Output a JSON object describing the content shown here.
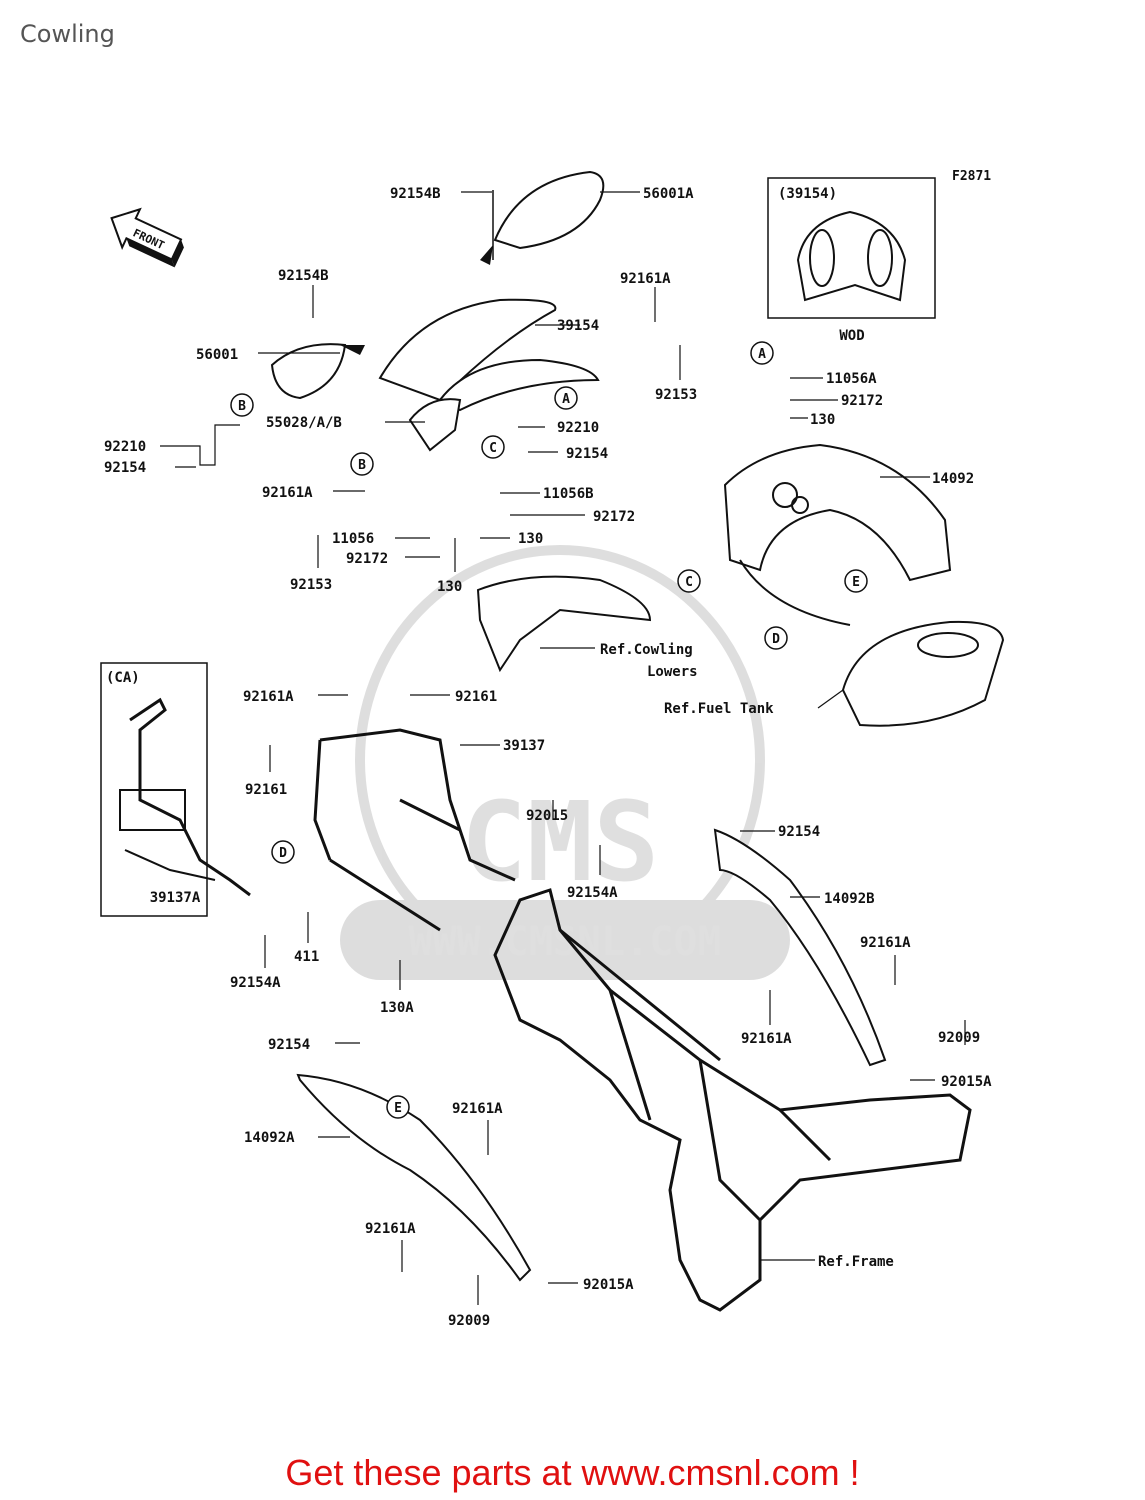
{
  "page": {
    "title": "Cowling"
  },
  "figure_code": "F2871",
  "front_arrow_label": "FRONT",
  "inset_wod": {
    "code": "(39154)",
    "label": "WOD"
  },
  "inset_ca": {
    "code": "(CA)",
    "part": "39137A"
  },
  "watermark": {
    "brand": "CMS",
    "url": "WWW.CMSNL.COM"
  },
  "parts": [
    {
      "id": "p1",
      "label": "92154B"
    },
    {
      "id": "p2",
      "label": "56001A"
    },
    {
      "id": "p3",
      "label": "92154B"
    },
    {
      "id": "p4",
      "label": "39154"
    },
    {
      "id": "p5",
      "label": "92161A"
    },
    {
      "id": "p6",
      "label": "56001"
    },
    {
      "id": "p7",
      "label": "92153"
    },
    {
      "id": "p8",
      "label": "11056A"
    },
    {
      "id": "p9",
      "label": "92172"
    },
    {
      "id": "p10",
      "label": "130"
    },
    {
      "id": "p11",
      "label": "92210"
    },
    {
      "id": "p12",
      "label": "92154"
    },
    {
      "id": "p13",
      "label": "55028/A/B"
    },
    {
      "id": "p14",
      "label": "92210"
    },
    {
      "id": "p15",
      "label": "92154"
    },
    {
      "id": "p16",
      "label": "14092"
    },
    {
      "id": "p17",
      "label": "92161A"
    },
    {
      "id": "p18",
      "label": "11056B"
    },
    {
      "id": "p19",
      "label": "92172"
    },
    {
      "id": "p20",
      "label": "11056"
    },
    {
      "id": "p21",
      "label": "130"
    },
    {
      "id": "p22",
      "label": "92172"
    },
    {
      "id": "p23",
      "label": "92153"
    },
    {
      "id": "p24",
      "label": "130"
    },
    {
      "id": "p25",
      "label": "92161A"
    },
    {
      "id": "p26",
      "label": "92161"
    },
    {
      "id": "p27",
      "label": "39137"
    },
    {
      "id": "p28",
      "label": "92161"
    },
    {
      "id": "p29",
      "label": "92015"
    },
    {
      "id": "p30",
      "label": "92154"
    },
    {
      "id": "p31",
      "label": "92154A"
    },
    {
      "id": "p32",
      "label": "14092B"
    },
    {
      "id": "p33",
      "label": "411"
    },
    {
      "id": "p34",
      "label": "92154A"
    },
    {
      "id": "p35",
      "label": "130A"
    },
    {
      "id": "p36",
      "label": "92161A"
    },
    {
      "id": "p37",
      "label": "92161A"
    },
    {
      "id": "p38",
      "label": "92009"
    },
    {
      "id": "p39",
      "label": "92154"
    },
    {
      "id": "p40",
      "label": "92015A"
    },
    {
      "id": "p41",
      "label": "92161A"
    },
    {
      "id": "p42",
      "label": "14092A"
    },
    {
      "id": "p43",
      "label": "92161A"
    },
    {
      "id": "p44",
      "label": "92015A"
    },
    {
      "id": "p45",
      "label": "92009"
    }
  ],
  "references": {
    "cowling_lowers_1": "Ref.Cowling",
    "cowling_lowers_2": "Lowers",
    "fuel_tank": "Ref.Fuel Tank",
    "frame": "Ref.Frame"
  },
  "callouts": [
    {
      "id": "c1",
      "letter": "B"
    },
    {
      "id": "c2",
      "letter": "A"
    },
    {
      "id": "c3",
      "letter": "A"
    },
    {
      "id": "c4",
      "letter": "C"
    },
    {
      "id": "c5",
      "letter": "B"
    },
    {
      "id": "c6",
      "letter": "C"
    },
    {
      "id": "c7",
      "letter": "E"
    },
    {
      "id": "c8",
      "letter": "D"
    },
    {
      "id": "c9",
      "letter": "D"
    },
    {
      "id": "c10",
      "letter": "E"
    }
  ],
  "footer": {
    "text": "Get these parts at www.cmsnl.com !"
  }
}
